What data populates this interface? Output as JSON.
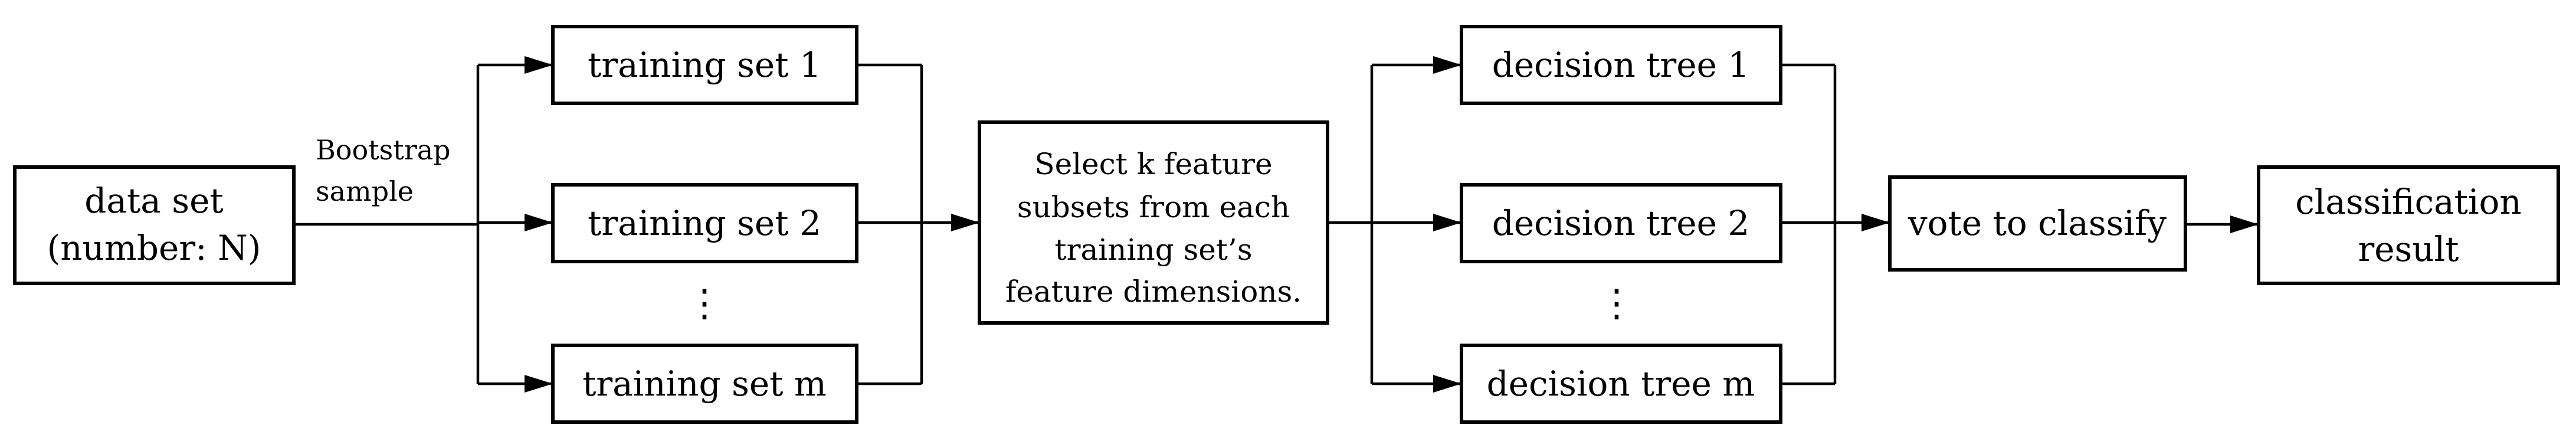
{
  "nodes": {
    "data_set": {
      "line1": "data set",
      "line2": "(number: N)"
    },
    "bootstrap": {
      "line1": "Bootstrap",
      "line2": "sample"
    },
    "training_set_1": "training set 1",
    "training_set_2": "training set 2",
    "training_set_ellipsis": "⋮",
    "training_set_m": "training set m",
    "select_features": {
      "line1": "Select k feature",
      "line2": "subsets from each",
      "line3": "training set’s",
      "line4": "feature dimensions."
    },
    "decision_tree_1": "decision tree 1",
    "decision_tree_2": "decision tree 2",
    "decision_tree_ellipsis": "⋮",
    "decision_tree_m": "decision tree m",
    "vote": "vote to classify",
    "result": {
      "line1": "classification",
      "line2": "result"
    }
  },
  "edges": [
    {
      "from": "data_set",
      "to": "training_set_1",
      "label": "Bootstrap sample"
    },
    {
      "from": "data_set",
      "to": "training_set_2",
      "label": "Bootstrap sample"
    },
    {
      "from": "data_set",
      "to": "training_set_m",
      "label": "Bootstrap sample"
    },
    {
      "from": "training_set_1",
      "to": "select_features"
    },
    {
      "from": "training_set_2",
      "to": "select_features"
    },
    {
      "from": "training_set_m",
      "to": "select_features"
    },
    {
      "from": "select_features",
      "to": "decision_tree_1"
    },
    {
      "from": "select_features",
      "to": "decision_tree_2"
    },
    {
      "from": "select_features",
      "to": "decision_tree_m"
    },
    {
      "from": "decision_tree_1",
      "to": "vote"
    },
    {
      "from": "decision_tree_2",
      "to": "vote"
    },
    {
      "from": "decision_tree_m",
      "to": "vote"
    },
    {
      "from": "vote",
      "to": "result"
    }
  ]
}
